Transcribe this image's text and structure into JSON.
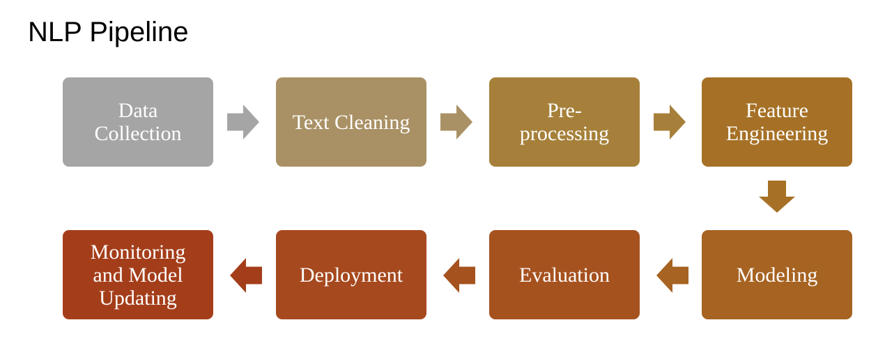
{
  "title": "NLP Pipeline",
  "steps": [
    {
      "label": "Data\nCollection",
      "color": "#a5a5a5"
    },
    {
      "label": "Text Cleaning",
      "color": "#a99165"
    },
    {
      "label": "Pre-\nprocessing",
      "color": "#a6803a"
    },
    {
      "label": "Feature\nEngineering",
      "color": "#a67126"
    },
    {
      "label": "Modeling",
      "color": "#a66321"
    },
    {
      "label": "Evaluation",
      "color": "#a6521f"
    },
    {
      "label": "Deployment",
      "color": "#a6491e"
    },
    {
      "label": "Monitoring\nand Model\nUpdating",
      "color": "#a43e1a"
    }
  ],
  "arrows": [
    {
      "direction": "right",
      "color": "#a5a5a5"
    },
    {
      "direction": "right",
      "color": "#a99165"
    },
    {
      "direction": "right",
      "color": "#a6803a"
    },
    {
      "direction": "down",
      "color": "#a67126"
    },
    {
      "direction": "left",
      "color": "#a66321"
    },
    {
      "direction": "left",
      "color": "#a6521f"
    },
    {
      "direction": "left",
      "color": "#a43e1a"
    }
  ]
}
